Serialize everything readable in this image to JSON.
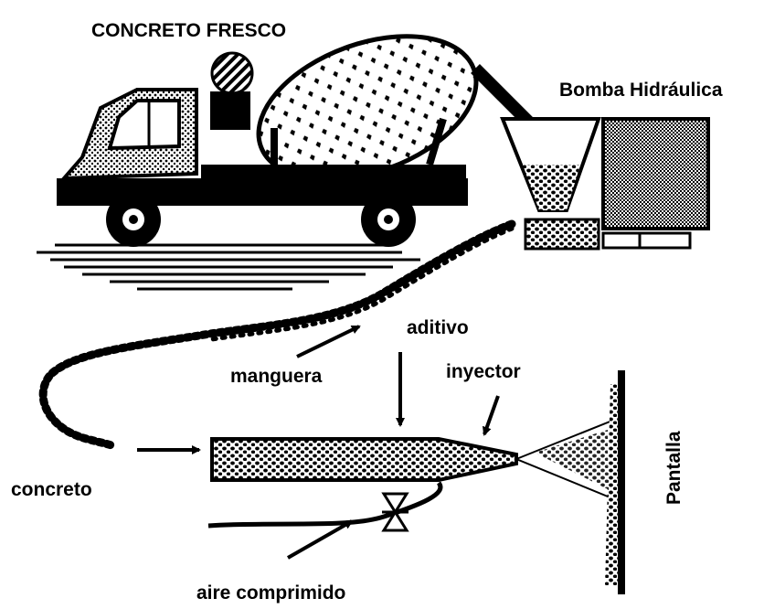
{
  "labels": {
    "title": "CONCRETO FRESCO",
    "pump": "Bomba Hidráulica",
    "additive": "aditivo",
    "hose": "manguera",
    "injector": "inyector",
    "concrete": "concreto",
    "compressed_air": "aire comprimido",
    "screen": "Pantalla"
  },
  "colors": {
    "ink": "#000000",
    "paper": "#ffffff",
    "pump_box": "#8c8c8c"
  }
}
